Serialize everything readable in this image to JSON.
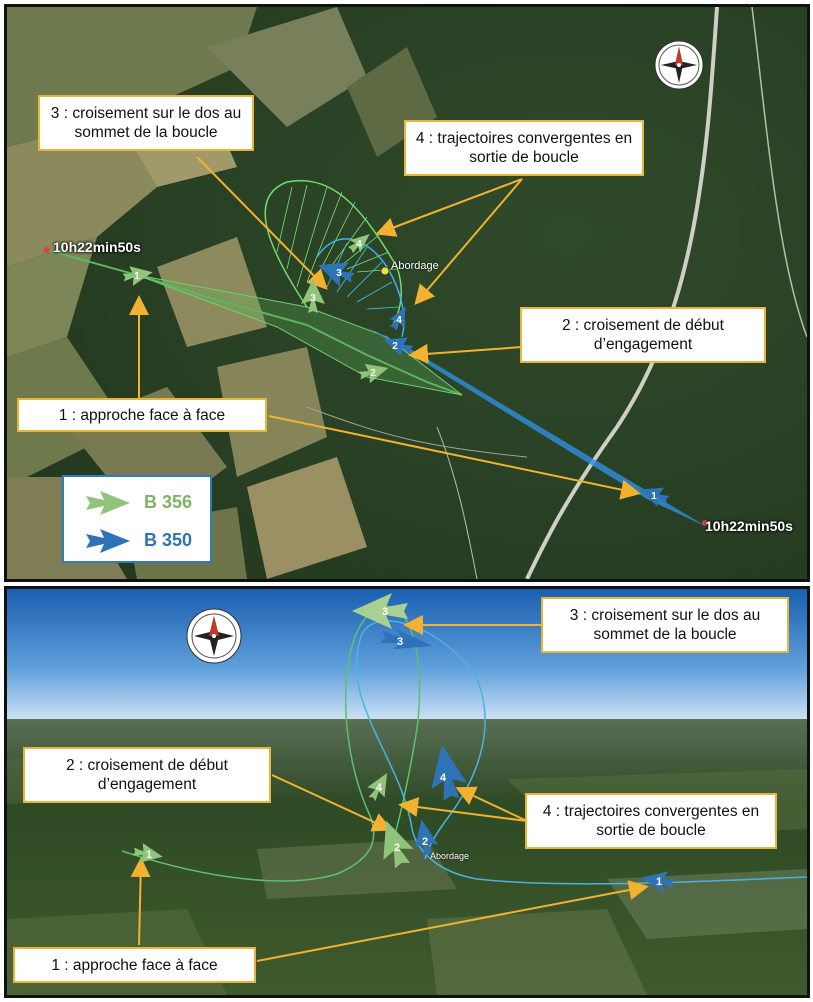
{
  "top_view": {
    "callouts": {
      "c3": "3 : croisement sur le dos au sommet de la boucle",
      "c4": "4 : trajectoires convergentes en sortie de boucle",
      "c2": "2 : croisement de début d’engagement",
      "c1": "1 : approche face à face"
    },
    "timestamp_left": "10h22min50s",
    "timestamp_right": "10h22min50s",
    "abordage_label": "Abordage",
    "markers": {
      "m1": "1",
      "m2": "2",
      "m3": "3",
      "m4": "4"
    }
  },
  "legend": {
    "items": [
      {
        "label": "B 356",
        "color": "#7fb36a"
      },
      {
        "label": "B 350",
        "color": "#2e73b8"
      }
    ]
  },
  "bottom_view": {
    "callouts": {
      "c3": "3 : croisement sur le dos au sommet de la boucle",
      "c2": "2 : croisement de début d’engagement",
      "c4": "4 : trajectoires convergentes en sortie de boucle",
      "c1": "1 : approche face à face"
    },
    "abordage_label": "Abordage",
    "markers": {
      "m1": "1",
      "m2": "2",
      "m3": "3",
      "m4": "4"
    }
  },
  "colors": {
    "green_aircraft": "#8fc47a",
    "blue_aircraft": "#2e73b8",
    "callout_border": "#e8b43a",
    "arrow": "#f2b230"
  }
}
